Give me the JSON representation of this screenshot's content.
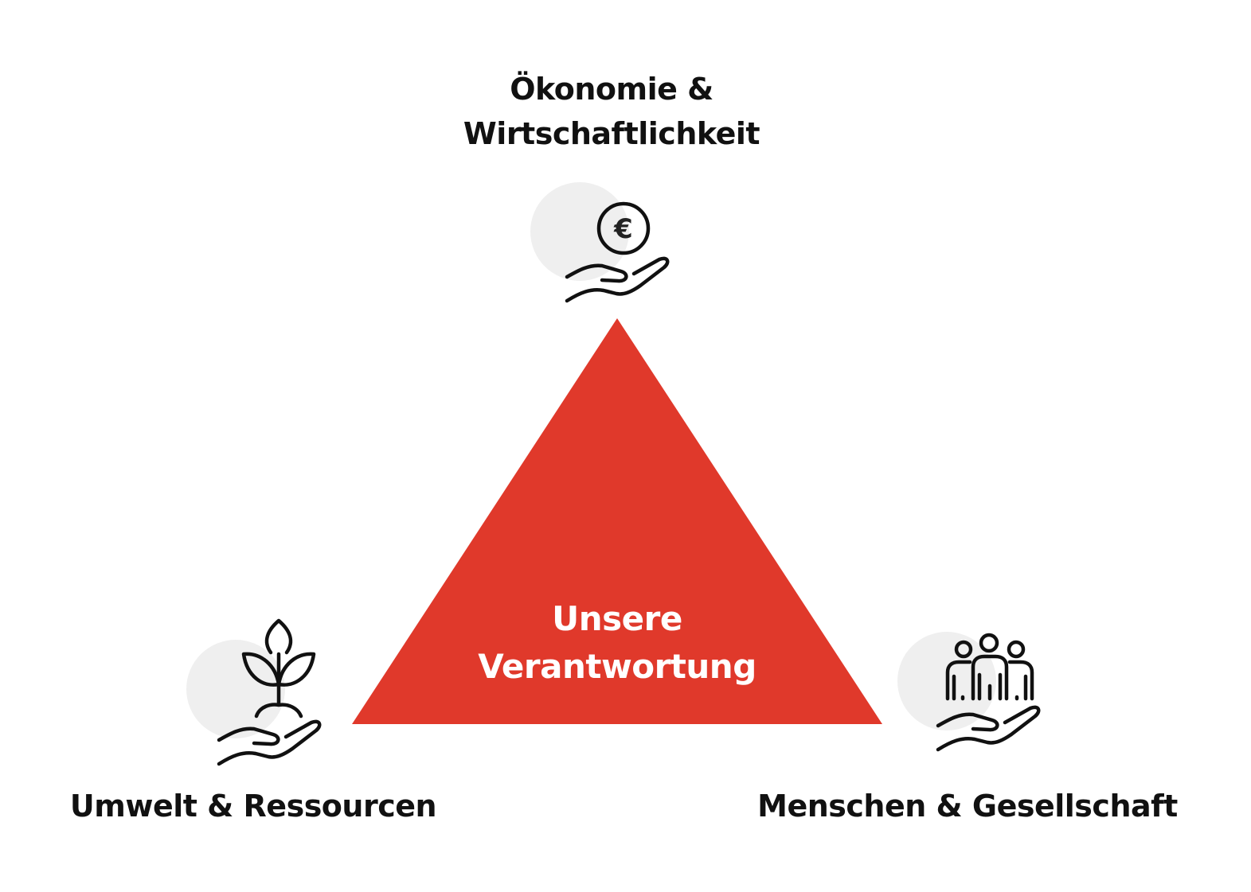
{
  "top_label": {
    "line1": "Ökonomie &",
    "line2": "Wirtschaftlichkeit",
    "icon": "euro-coin-in-hand-icon"
  },
  "left_label": {
    "text": "Umwelt & Ressourcen",
    "icon": "plant-in-hand-icon"
  },
  "right_label": {
    "text": "Menschen & Gesellschaft",
    "icon": "people-in-hand-icon"
  },
  "center": {
    "line1": "Unsere",
    "line2": "Verantwortung"
  },
  "colors": {
    "triangle": "#e0392b",
    "circle": "#efefef",
    "stroke": "#111111"
  }
}
